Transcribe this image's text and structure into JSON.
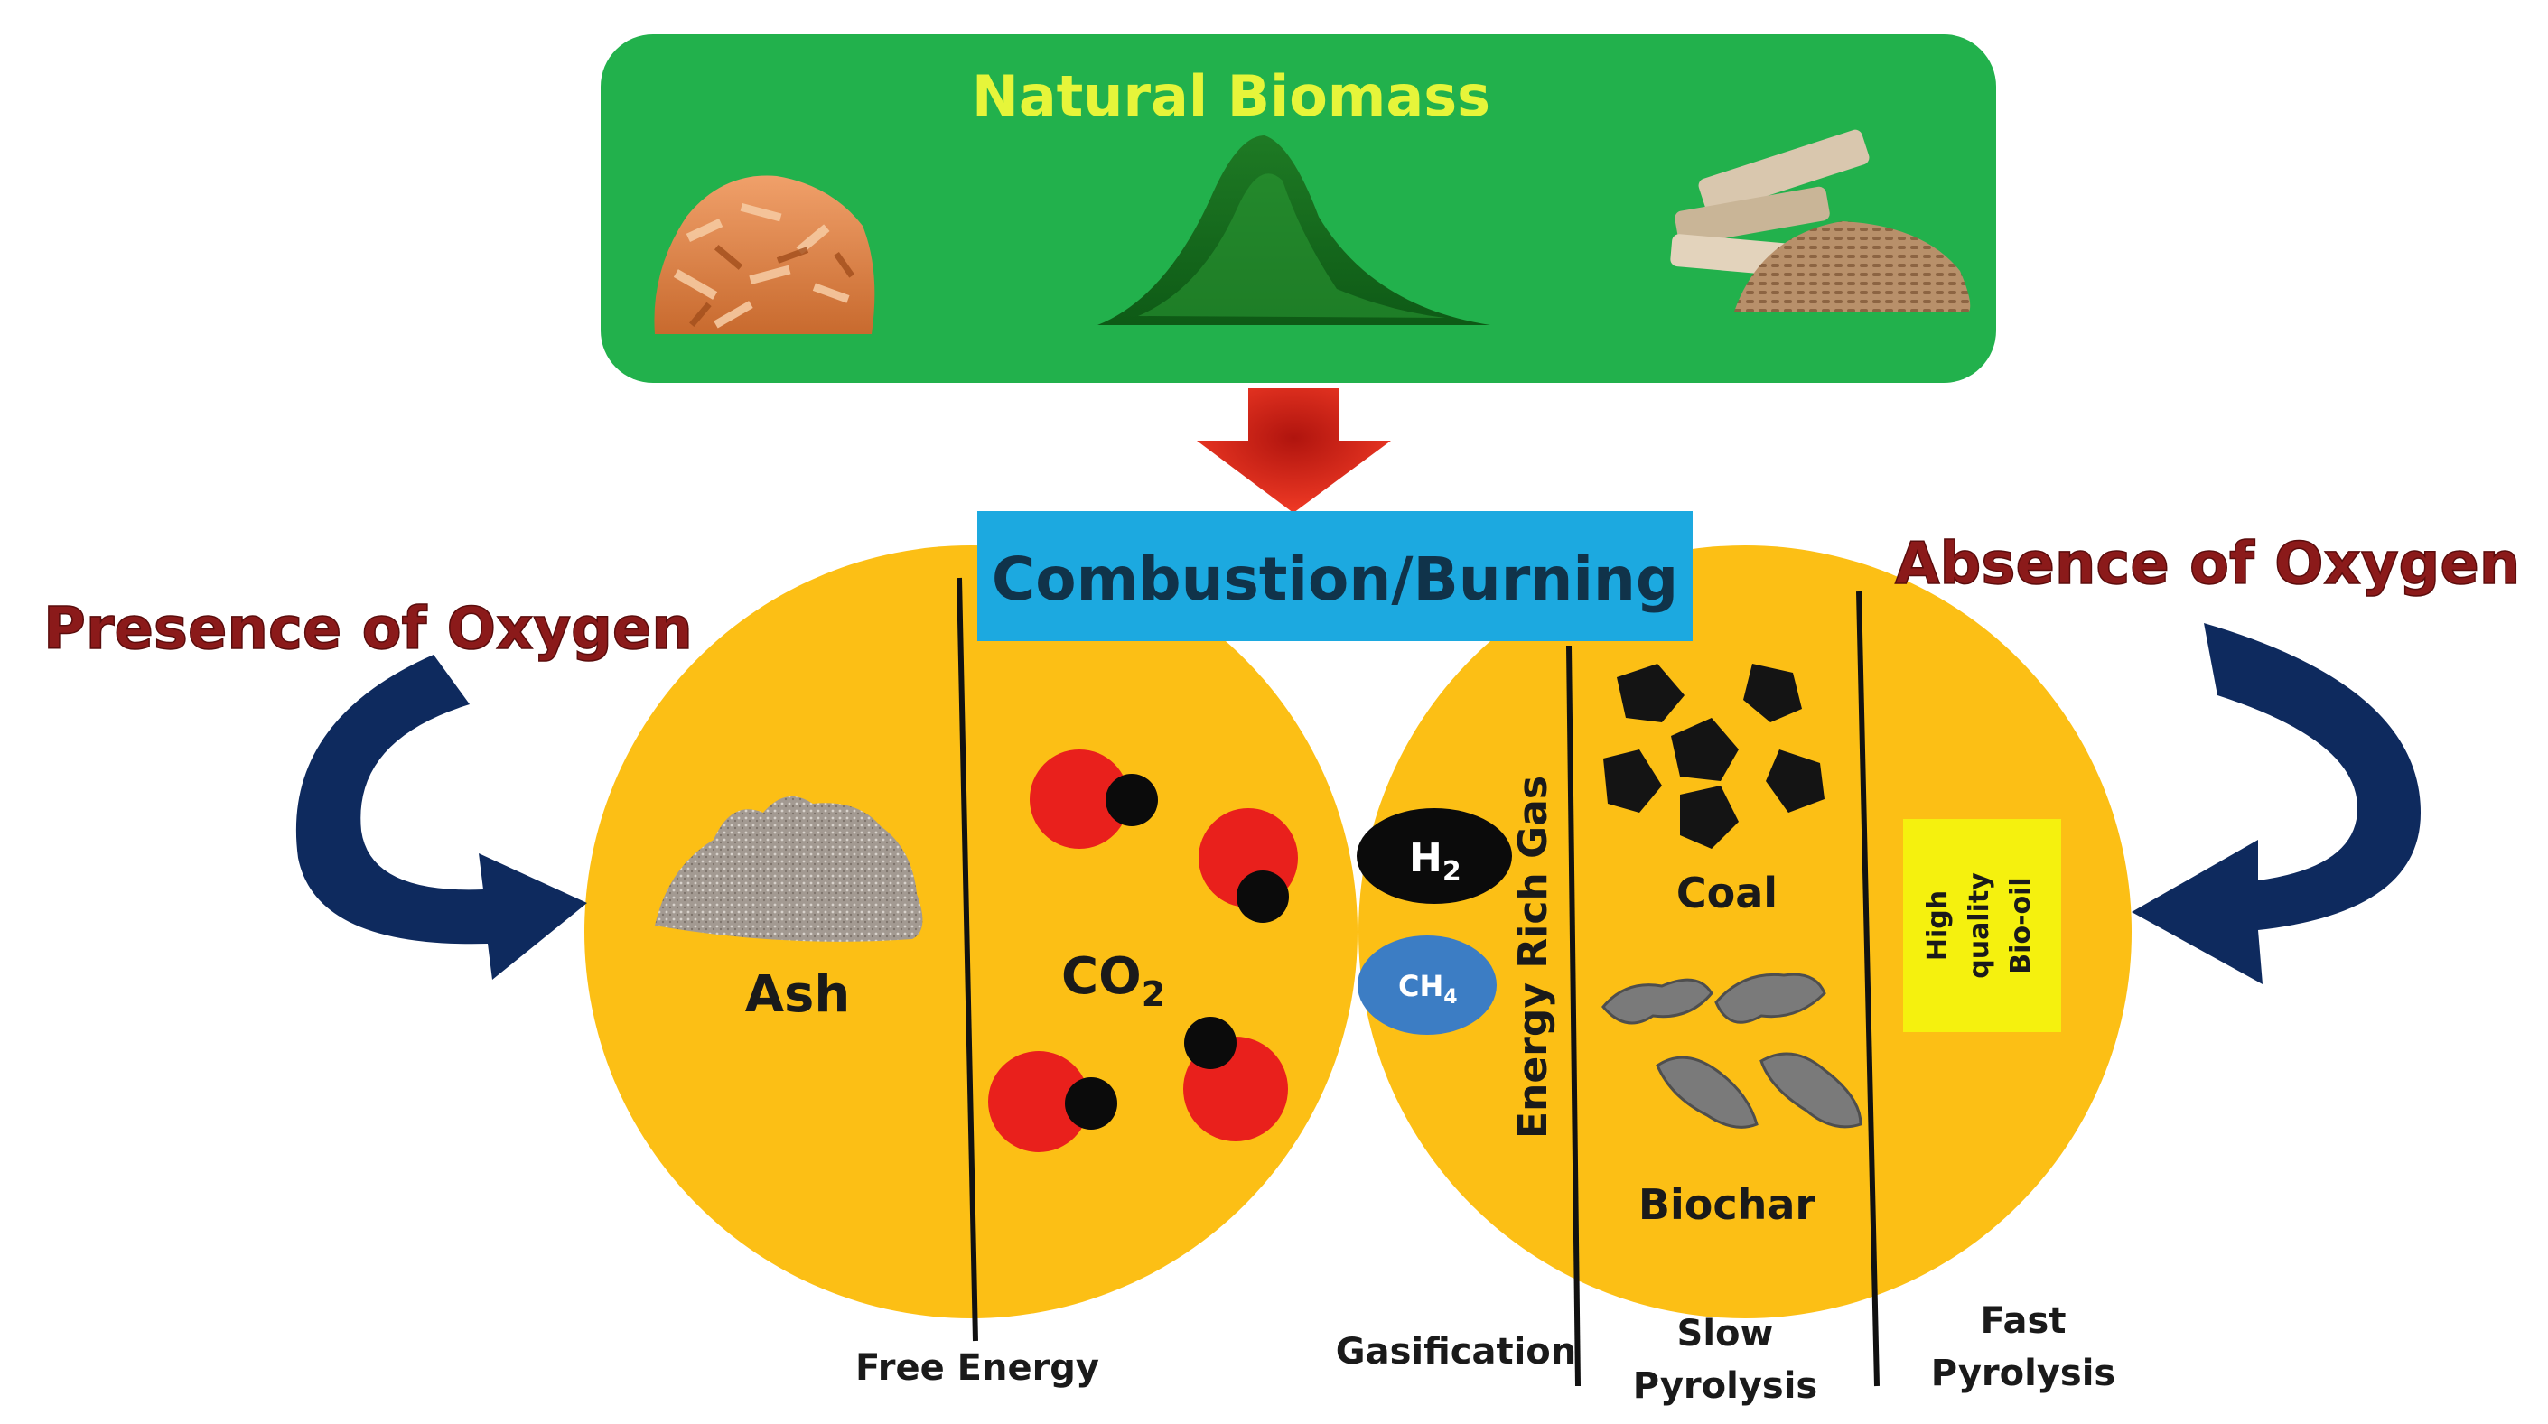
{
  "top_box": {
    "title": "Natural Biomass",
    "color": "#22B14C",
    "title_color": "#E6F53A"
  },
  "process_box": {
    "label": "Combustion/Burning",
    "color": "#1CA9E0"
  },
  "side_labels": {
    "left": "Presence of Oxygen",
    "right": "Absence of  Oxygen",
    "color": "#8B1A1A"
  },
  "circle_color": "#FCBF15",
  "arrow_color": "#0E2A5E",
  "down_arrow_color": "#EE2A1F",
  "left_circle": {
    "ash_label": "Ash",
    "co2_label": "CO",
    "co2_sub": "2"
  },
  "right_circle": {
    "h2_label": "H",
    "h2_sub": "2",
    "ch4_label": "CH",
    "ch4_sub": "4",
    "gas_label": "Energy Rich Gas",
    "coal_label": "Coal",
    "biochar_label": "Biochar",
    "bio_oil_lines": [
      "High",
      "quality",
      "Bio-oil"
    ]
  },
  "bottom_labels": {
    "free_energy": "Free Energy",
    "gasification": "Gasification",
    "slow_1": "Slow",
    "slow_2": "Pyrolysis",
    "fast_1": "Fast",
    "fast_2": "Pyrolysis"
  }
}
